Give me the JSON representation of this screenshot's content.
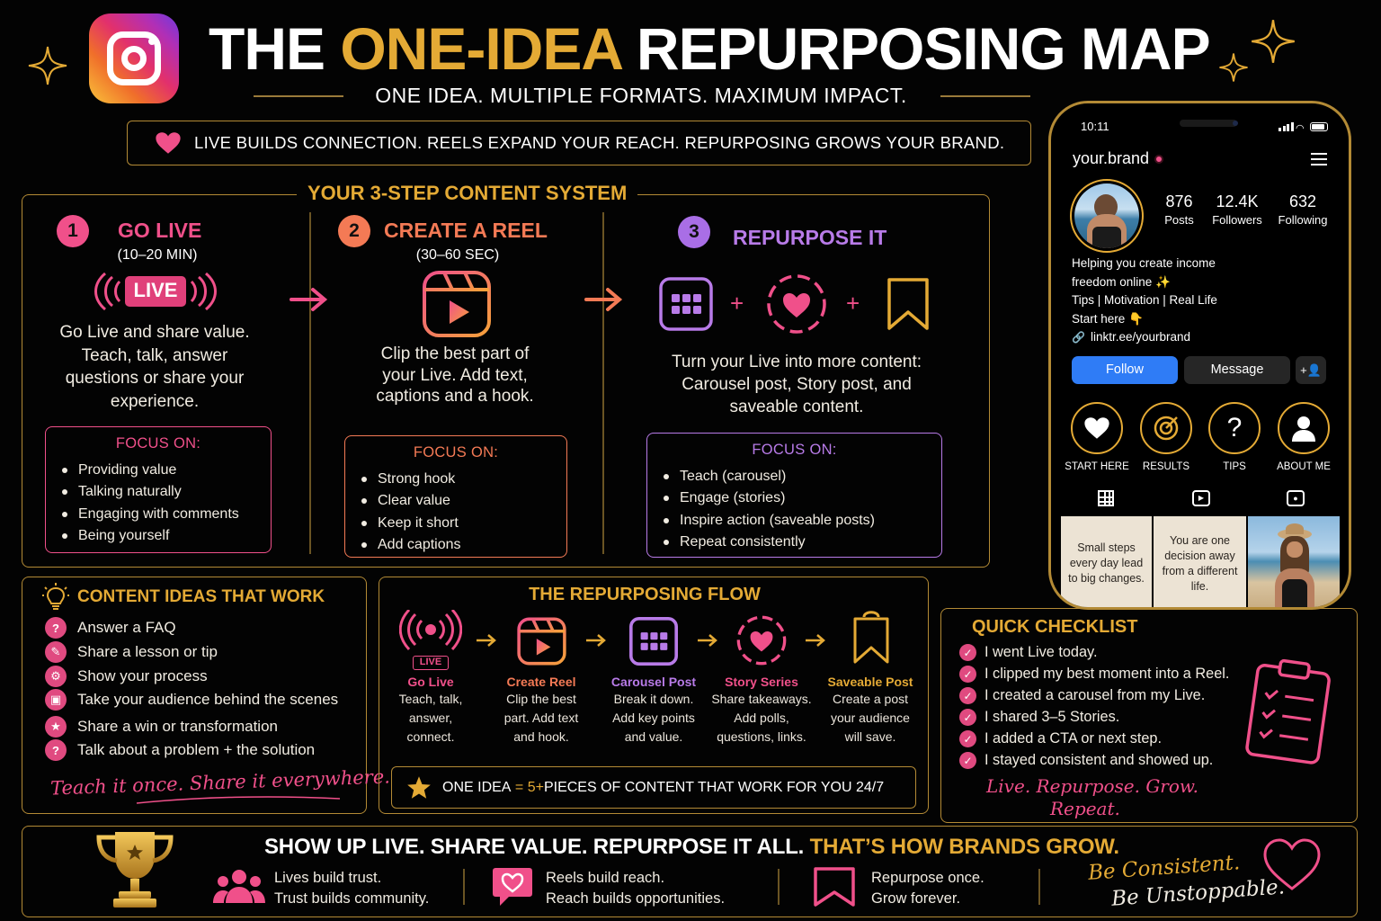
{
  "header": {
    "title_part1": "THE ",
    "title_highlight": "ONE-IDEA",
    "title_part2": " REPURPOSING MAP",
    "subtitle": "ONE IDEA. MULTIPLE FORMATS. MAXIMUM IMPACT.",
    "banner": "LIVE BUILDS CONNECTION. REELS EXPAND YOUR REACH. REPURPOSING GROWS YOUR BRAND."
  },
  "system": {
    "heading": "YOUR 3-STEP CONTENT SYSTEM",
    "steps": [
      {
        "number": "1",
        "title": "GO LIVE",
        "subtitle": "(10–20 MIN)",
        "badge": "LIVE",
        "description": "Go Live and share value. Teach, talk, answer questions or share your experience.",
        "focus_title": "FOCUS ON:",
        "focus": [
          "Providing value",
          "Talking naturally",
          "Engaging with comments",
          "Being yourself"
        ]
      },
      {
        "number": "2",
        "title": "CREATE A REEL",
        "subtitle": "(30–60 SEC)",
        "description": "Clip the best part of your Live. Add text, captions and a hook.",
        "focus_title": "FOCUS ON:",
        "focus": [
          "Strong hook",
          "Clear value",
          "Keep it short",
          "Add captions"
        ]
      },
      {
        "number": "3",
        "title": "REPURPOSE IT",
        "description": "Turn your Live into more content: Carousel post, Story post, and saveable content.",
        "focus_title": "FOCUS ON:",
        "focus": [
          "Teach (carousel)",
          "Engage (stories)",
          "Inspire action (saveable posts)",
          "Repeat consistently"
        ]
      }
    ],
    "plus": "+"
  },
  "ideas": {
    "heading": "CONTENT IDEAS THAT WORK",
    "items": [
      "Answer a FAQ",
      "Share a lesson or tip",
      "Show your process",
      "Take your audience behind the scenes",
      "Share a win or transformation",
      "Talk about a problem + the solution"
    ],
    "tagline": "Teach it once. Share it everywhere."
  },
  "flow": {
    "heading": "THE REPURPOSING FLOW",
    "live_badge": "LIVE",
    "columns": [
      {
        "title": "Go Live",
        "desc": "Teach, talk, answer, connect.",
        "color": "#f0508a"
      },
      {
        "title": "Create Reel",
        "desc": "Clip the best part. Add text and hook.",
        "color": "#f47a55"
      },
      {
        "title": "Carousel Post",
        "desc": "Break it down. Add key points and value.",
        "color": "#b87be8"
      },
      {
        "title": "Story Series",
        "desc": "Share takeaways. Add polls, questions, links.",
        "color": "#f0508a"
      },
      {
        "title": "Saveable Post",
        "desc": "Create a post your audience will save.",
        "color": "#e4aa35"
      }
    ],
    "footer_part1": "ONE IDEA ",
    "footer_eq": "= 5+",
    "footer_part2": " PIECES OF CONTENT THAT WORK FOR YOU 24/7"
  },
  "checklist": {
    "heading": "QUICK CHECKLIST",
    "items": [
      "I went Live today.",
      "I clipped my best moment into a Reel.",
      "I created a carousel from my Live.",
      "I shared 3–5 Stories.",
      "I added a CTA or next step.",
      "I stayed consistent and showed up."
    ],
    "tagline_line1": "Live. Repurpose. Grow.",
    "tagline_line2": "Repeat."
  },
  "footer": {
    "headline_part1": "SHOW UP LIVE. SHARE VALUE. REPURPOSE IT ALL. ",
    "headline_part2": "THAT’S HOW BRANDS GROW.",
    "pillars": [
      {
        "line1": "Lives build trust.",
        "line2": "Trust builds community."
      },
      {
        "line1": "Reels build reach.",
        "line2": "Reach builds opportunities."
      },
      {
        "line1": "Repurpose once.",
        "line2": "Grow forever."
      }
    ],
    "script_line1": "Be Consistent.",
    "script_line2": "Be Unstoppable."
  },
  "phone": {
    "time": "10:11",
    "username": "your.brand",
    "stats": [
      {
        "value": "876",
        "label": "Posts"
      },
      {
        "value": "12.4K",
        "label": "Followers"
      },
      {
        "value": "632",
        "label": "Following"
      }
    ],
    "bio_line1": "Helping you create income",
    "bio_line2": "freedom online ✨",
    "bio_line3": "Tips | Motivation | Real Life",
    "bio_line4": "Start here 👇",
    "link": "linktr.ee/yourbrand",
    "follow_label": "Follow",
    "message_label": "Message",
    "highlights": [
      "START HERE",
      "RESULTS",
      "TIPS",
      "ABOUT ME"
    ],
    "posts": [
      {
        "text": "Small steps every day lead to big changes."
      },
      {
        "text": "You are one decision away from a different life."
      }
    ]
  },
  "colors": {
    "gold": "#e4aa35",
    "pink": "#f0508a",
    "orange": "#f47a55",
    "purple": "#b87be8",
    "background": "#030303",
    "follow_blue": "#2f7cf6"
  }
}
